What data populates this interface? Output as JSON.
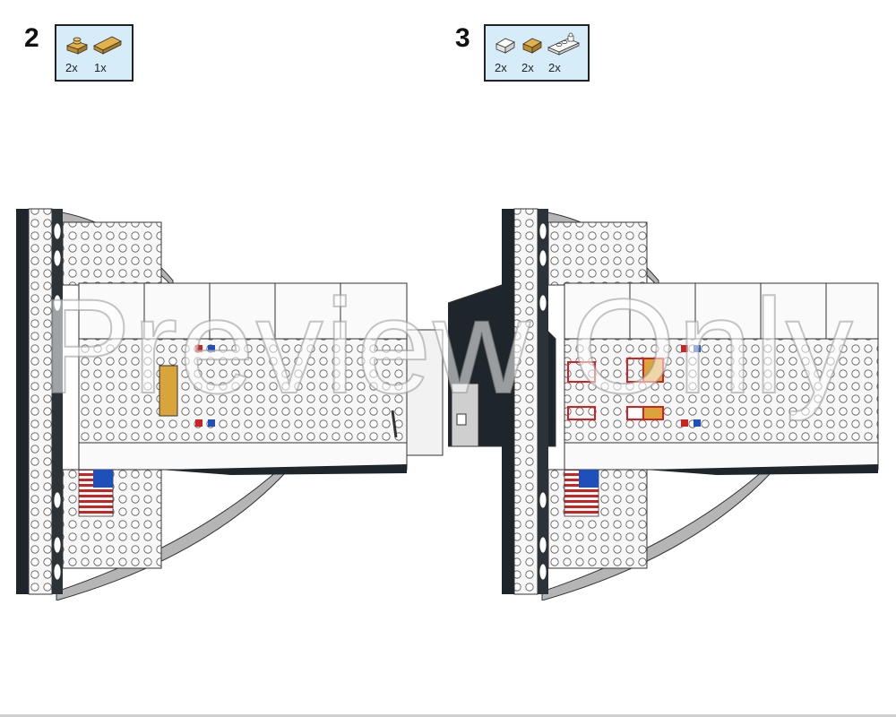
{
  "steps": [
    {
      "number": "2",
      "parts": [
        {
          "icon": "tan-jumper-plate-icon",
          "qty": "2x",
          "color": "#d9a43a"
        },
        {
          "icon": "tan-tile-icon",
          "qty": "1x",
          "color": "#d9a43a"
        }
      ]
    },
    {
      "number": "3",
      "parts": [
        {
          "icon": "white-slope-icon",
          "qty": "2x",
          "color": "#f2f2f2"
        },
        {
          "icon": "tan-slope-icon",
          "qty": "2x",
          "color": "#d9a43a"
        },
        {
          "icon": "white-clip-plate-icon",
          "qty": "2x",
          "color": "#f2f2f2"
        }
      ]
    }
  ],
  "watermark": "Preview Only",
  "colors": {
    "tan": "#d9a43a",
    "highlight": "#d62020",
    "white_part": "#f7f7f7",
    "outline": "#333333",
    "dark": "#1e262c",
    "grey": "#a9a9a9",
    "flag_red": "#cc2222",
    "flag_blue": "#1f4fb8"
  }
}
